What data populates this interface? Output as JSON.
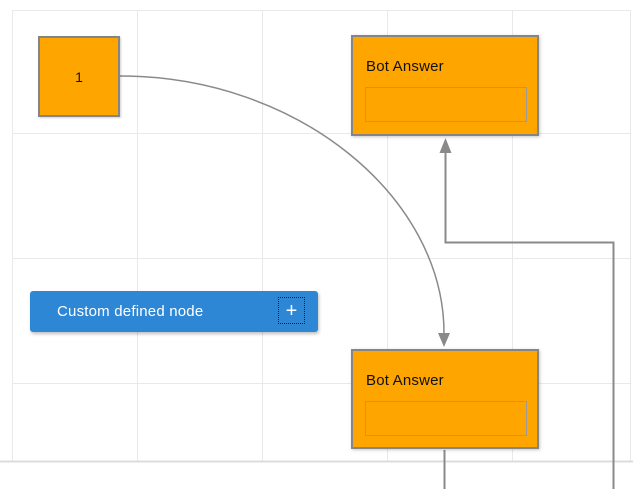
{
  "theme": {
    "node_orange": "#FFA500",
    "node_border": "#858585",
    "accent_blue": "#2E87D4",
    "edge_gray": "#8a8a8a",
    "grid_line": "#e9e9e9",
    "grid_boundary": "#dcdcdc",
    "canvas_bg": "#ffffff",
    "label_dark": "#111111",
    "label_light": "#ffffff"
  },
  "nodes": {
    "square": {
      "label": "1"
    },
    "bot_top": {
      "label": "Bot Answer",
      "input_value": ""
    },
    "bot_bottom": {
      "label": "Bot Answer",
      "input_value": ""
    },
    "custom": {
      "label": "Custom defined node",
      "plus_icon": "+"
    }
  }
}
